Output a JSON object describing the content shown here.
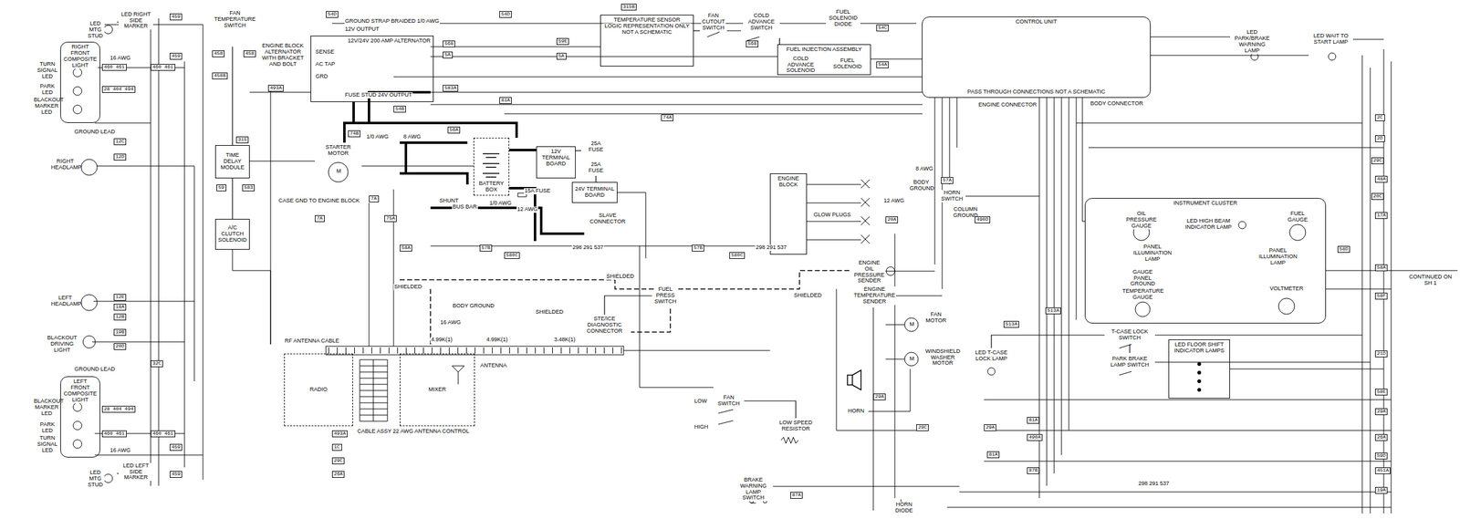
{
  "diagram": {
    "nodes": [
      {
        "text": [
          "CONTROL UNIT",
          "PASS THROUGH CONNECTIONS NOT A SCHEMATIC"
        ]
      },
      {
        "text": [
          "TEMPERATURE SENSOR",
          "LOGIC REPRESENTATION ONLY NOT A SCHEMATIC"
        ]
      },
      {
        "text": [
          "FAN CUTOUT SWITCH"
        ]
      },
      {
        "text": [
          "COLD ADVANCE SWITCH"
        ]
      },
      {
        "text": [
          "FUEL SOLENOID DIODE"
        ]
      },
      {
        "text": [
          "FUEL INJECTION ASSEMBLY"
        ]
      },
      {
        "text": [
          "COLD ADVANCE SOLENOID"
        ],
        "in": 5
      },
      {
        "text": [
          "FUEL SOLENOID"
        ],
        "in": 5
      },
      {
        "text": [
          "12V/24V 200 AMP ALTERNATOR"
        ]
      },
      {
        "text": [
          "STARTER MOTOR"
        ]
      },
      {
        "text": [
          "BATTERY BOX"
        ]
      },
      {
        "text": [
          "12V TERMINAL BOARD"
        ]
      },
      {
        "text": [
          "25A FUSE"
        ]
      },
      {
        "text": [
          "25A FUSE"
        ]
      },
      {
        "text": [
          "24V TERMINAL BOARD"
        ]
      },
      {
        "text": [
          "SLAVE CONNECTOR"
        ]
      },
      {
        "text": [
          "SHUNT"
        ]
      },
      {
        "text": [
          "ENGINE BLOCK"
        ]
      },
      {
        "text": [
          "FAN TEMPERATURE SWITCH"
        ]
      },
      {
        "text": [
          "TIME DELAY MODULE"
        ]
      },
      {
        "text": [
          "A/C CLUTCH SOLENOID"
        ]
      },
      {
        "text": [
          "RIGHT FRONT COMPOSITE LIGHT"
        ]
      },
      {
        "text": [
          "LED RIGHT SIDE MARKER"
        ]
      },
      {
        "text": [
          "LEFT FRONT COMPOSITE LIGHT"
        ]
      },
      {
        "text": [
          "LED LEFT SIDE MARKER"
        ]
      },
      {
        "text": [
          "RADIO"
        ]
      },
      {
        "text": [
          "MIXER"
        ]
      },
      {
        "text": [
          "STE/ICE DIAGNOSTIC CONNECTOR"
        ]
      },
      {
        "text": [
          "FUEL PRESS SWITCH"
        ]
      },
      {
        "text": [
          "ENGINE OIL PRESSURE SENDER"
        ]
      },
      {
        "text": [
          "ENGINE TEMPERATURE SENDER"
        ]
      },
      {
        "text": [
          "FAN MOTOR"
        ]
      },
      {
        "text": [
          "WINDSHIELD WASHER MOTOR"
        ]
      },
      {
        "text": [
          "HORN"
        ]
      },
      {
        "text": [
          "FAN SWITCH"
        ]
      },
      {
        "text": [
          "LOW SPEED RESISTOR"
        ]
      },
      {
        "text": [
          "HORN SWITCH"
        ]
      },
      {
        "text": [
          "BRAKE WARNING LAMP SWITCH"
        ]
      },
      {
        "text": [
          "INSTRUMENT CLUSTER"
        ]
      },
      {
        "text": [
          "OIL PRESSURE GAUGE"
        ],
        "in": 38
      },
      {
        "text": [
          "LED HIGH BEAM INDICATOR LAMP"
        ],
        "in": 38
      },
      {
        "text": [
          "FUEL GAUGE"
        ],
        "in": 38
      },
      {
        "text": [
          "PANEL ILLUMINATION LAMP"
        ],
        "in": 38
      },
      {
        "text": [
          "PANEL ILLUMINATION LAMP"
        ],
        "in": 38
      },
      {
        "text": [
          "GAUGE PANEL GROUND"
        ],
        "in": 38
      },
      {
        "text": [
          "TEMPERATURE GAUGE"
        ],
        "in": 38
      },
      {
        "text": [
          "VOLTMETER"
        ],
        "in": 38
      },
      {
        "text": [
          "T-CASE LOCK SWITCH"
        ]
      },
      {
        "text": [
          "PARK BRAKE LAMP SWITCH"
        ]
      },
      {
        "text": [
          "LED FLOOR SHIFT INDICATOR LAMPS"
        ]
      },
      {
        "text": [
          "LED T-CASE LOCK LAMP"
        ]
      },
      {
        "text": [
          "LED PARK/BRAKE WARNING LAMP"
        ]
      },
      {
        "text": [
          "LED WAIT TO START LAMP"
        ]
      }
    ],
    "edges": [
      {
        "from": 18,
        "to": 19,
        "arrow": "none"
      },
      {
        "from": 19,
        "to": 20,
        "arrow": "none"
      },
      {
        "from": 3,
        "to": 5,
        "arrow": "none"
      },
      {
        "from": 1,
        "to": 2,
        "arrow": "none"
      },
      {
        "from": 10,
        "to": 9,
        "arrow": "none"
      },
      {
        "from": 13,
        "to": 14,
        "arrow": "none"
      },
      {
        "from": 28,
        "to": 27,
        "arrow": "none"
      },
      {
        "from": 34,
        "to": 35,
        "arrow": "none"
      },
      {
        "from": 47,
        "to": 50,
        "arrow": "none"
      },
      {
        "from": 47,
        "to": 48,
        "arrow": "none"
      },
      {
        "from": 12,
        "to": 11,
        "arrow": "none"
      }
    ],
    "labels": [
      "GROUND STRAP BRAIDED 1/0 AWG",
      "12V OUTPUT",
      "SENSE",
      "AC TAP",
      "GRD",
      "FUSE STUD 24V OUTPUT",
      "ENGINE BLOCK ALTERNATOR WITH BRACKET AND BOLT",
      "ENGINE CONNECTOR",
      "BODY CONNECTOR",
      "BODY GROUND",
      "COLUMN GROUND",
      "CASE GND TO ENGINE BLOCK",
      "BUS BAR",
      "GLOW PLUGS",
      "SHIELDED",
      "SHIELDED",
      "SHIELDED",
      "SHIELDED",
      "BODY GROUND",
      "15A FUSE",
      "RF ANTENNA CABLE",
      "CABLE ASSY 22 AWG ANTENNA CONTROL",
      "ANTENNA",
      "4.99K(1)",
      "4.99K(1)",
      "3.48K(1)",
      "LOW",
      "HIGH",
      "TURN SIGNAL LED",
      "PARK LED",
      "BLACKOUT MARKER LED",
      "GROUND LEAD",
      "RIGHT HEADLAMP",
      "LEFT HEADLAMP",
      "BLACKOUT DRIVING LIGHT",
      "BLACKOUT MARKER LED",
      "PARK LED",
      "TURN SIGNAL LED",
      "GROUND LEAD",
      "LED MTG STUD",
      "LED MTG STUD",
      "CONTINUED ON SH 1",
      "HORN DIODE",
      "298 291 537",
      "298 291 537",
      "298 291 537",
      "12 AWG",
      "8 AWG",
      "12 AWG",
      "16 AWG",
      "16 AWG",
      "1/0 AWG",
      "8 AWG",
      "1/0 AWG",
      "16 AWG",
      "M",
      "M",
      "M",
      "54D",
      "54D",
      "315B",
      "54C",
      "54A",
      "568",
      "568",
      "5A",
      "59E",
      "5A",
      "583A",
      "54B",
      "493A",
      "458",
      "458",
      "458B",
      "315",
      "59",
      "583",
      "81A",
      "74A",
      "56A",
      "74B",
      "7A",
      "7A",
      "75A",
      "58A",
      "57B",
      "580C",
      "580C",
      "57B",
      "490D",
      "20A",
      "57A",
      "513A",
      "513A",
      "29A",
      "29C",
      "29A",
      "2C",
      "2D",
      "29C",
      "48A",
      "20C",
      "17A",
      "58A",
      "58F",
      "58D",
      "21D",
      "58E",
      "29A",
      "26A",
      "59D",
      "451A",
      "19A",
      "87B",
      "490A",
      "81A",
      "81A",
      "87A",
      "493A",
      "1C",
      "29C",
      "26A",
      "459",
      "460 461",
      "460 461",
      "459",
      "12C",
      "12D",
      "12E",
      "18A",
      "12B",
      "19B",
      "20D",
      "32C",
      "460 461",
      "460 461",
      "459",
      "459",
      "28 404 494",
      "28 404 494"
    ]
  }
}
